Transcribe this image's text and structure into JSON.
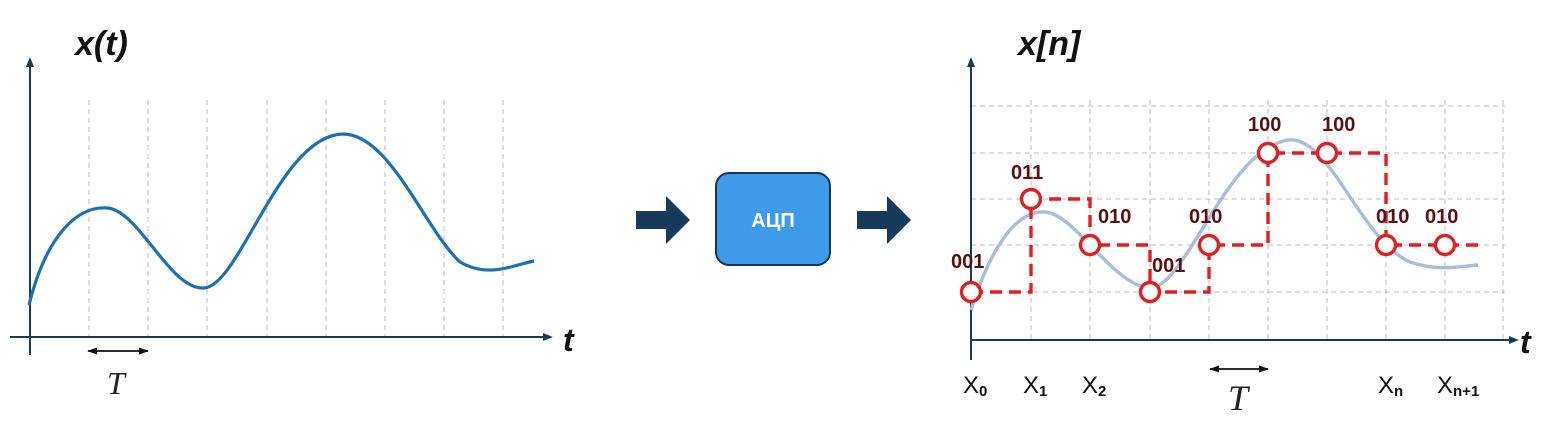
{
  "left_plot": {
    "y_label": "x(t)",
    "t_axis": "t",
    "period_label": "T"
  },
  "adc": {
    "label": "АЦП",
    "color": "#3d9be9"
  },
  "right_plot": {
    "y_label": "x[n]",
    "t_axis": "t",
    "period_label": "T",
    "codes": [
      "001",
      "011",
      "010",
      "001",
      "010",
      "100",
      "100",
      "010",
      "010"
    ],
    "sample_labels": [
      {
        "base": "X",
        "sub": "0"
      },
      {
        "base": "X",
        "sub": "1"
      },
      {
        "base": "X",
        "sub": "2"
      },
      {
        "base": "X",
        "sub": "n"
      },
      {
        "base": "X",
        "sub": "n+1"
      }
    ]
  },
  "colors": {
    "signal": "#1f6fb3",
    "signal_light": "#a7bedc",
    "quantized": "#e02020",
    "axis": "#1a3a5a",
    "arrow": "#153a5c"
  }
}
